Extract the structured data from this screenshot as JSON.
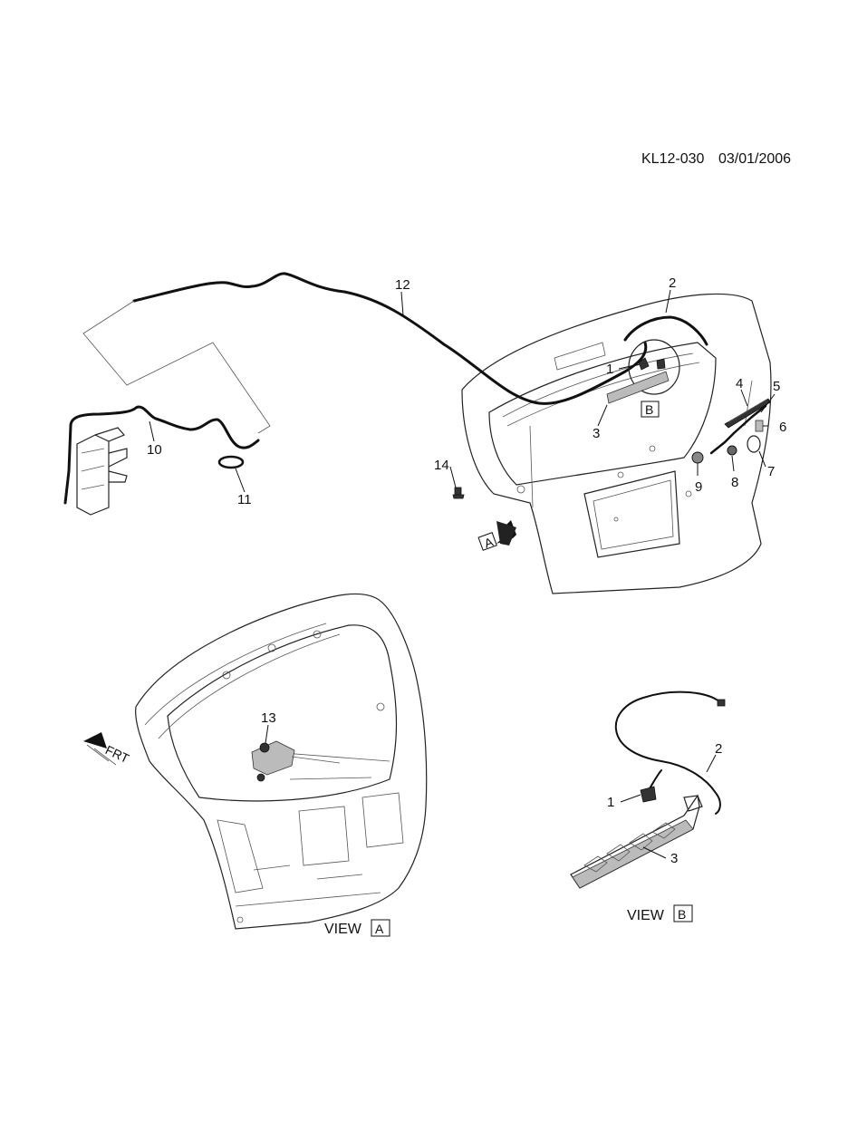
{
  "header": {
    "drawing_id": "KL12-030",
    "date": "03/01/2006"
  },
  "callouts": {
    "c1": "1",
    "c2": "2",
    "c3": "3",
    "c4": "4",
    "c5": "5",
    "c6": "6",
    "c7": "7",
    "c8": "8",
    "c9": "9",
    "c10": "10",
    "c11": "11",
    "c12": "12",
    "c13": "13",
    "c14": "14",
    "vb1": "1",
    "vb2": "2",
    "vb3": "3"
  },
  "view_markers": {
    "view_label": "VIEW",
    "a": "A",
    "b": "B",
    "front": "FRT"
  }
}
